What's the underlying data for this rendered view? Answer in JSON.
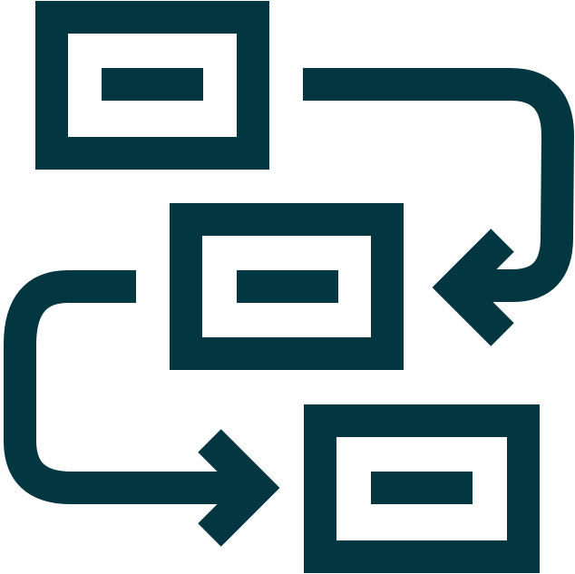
{
  "icon": {
    "name": "workflow-process-icon",
    "color": "#023640",
    "background": "#ffffff",
    "steps": [
      {
        "name": "step-box-1"
      },
      {
        "name": "step-box-2"
      },
      {
        "name": "step-box-3"
      }
    ]
  }
}
